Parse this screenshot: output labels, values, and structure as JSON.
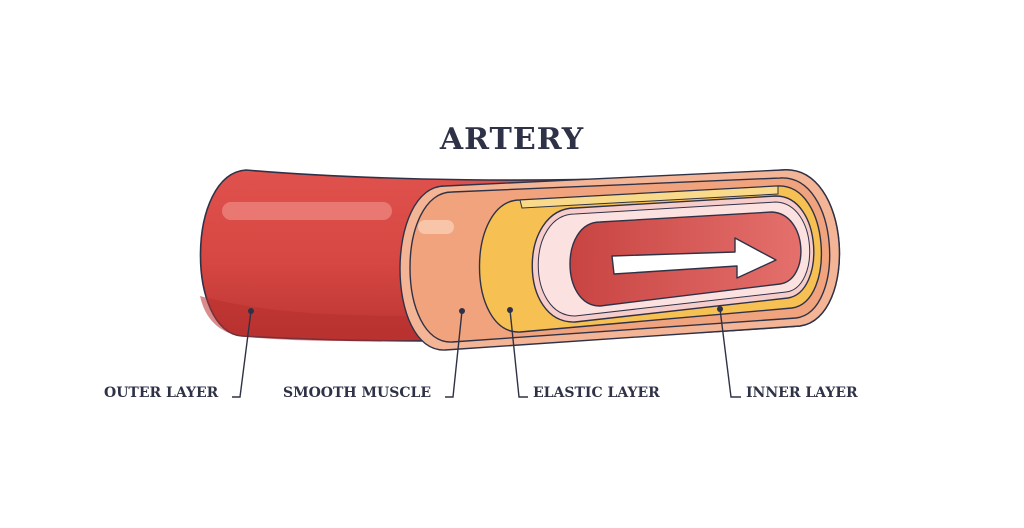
{
  "title": "ARTERY",
  "labels": {
    "outer": "OUTER LAYER",
    "smooth": "SMOOTH MUSCLE",
    "elastic": "ELASTIC LAYER",
    "inner": "INNER LAYER"
  },
  "colors": {
    "outer_layer": "#d94a45",
    "smooth_muscle": "#f0a37c",
    "elastic_layer": "#f6c152",
    "inner_layer": "#f7cdcb",
    "lumen": "#dc5957",
    "outline": "#2f3247",
    "text": "#2f3247"
  }
}
